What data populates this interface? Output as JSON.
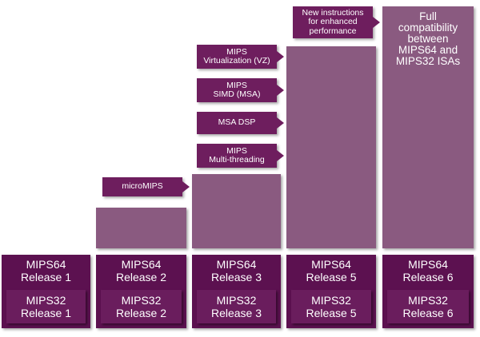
{
  "bars": [
    {
      "id": "bar-release-2",
      "text": ""
    },
    {
      "id": "bar-release-3",
      "text": ""
    },
    {
      "id": "bar-release-5",
      "text": ""
    },
    {
      "id": "bar-release-6",
      "text": "Full\ncompatibility\nbetween\nMIPS64 and\nMIPS32 ISAs"
    }
  ],
  "features": {
    "micromips": "microMIPS",
    "multithreading": "MIPS\nMulti-threading",
    "msa_dsp": "MSA DSP",
    "simd": "MIPS\nSIMD (MSA)",
    "virtualization": "MIPS\nVirtualization (VZ)",
    "new_instructions": "New instructions\nfor enhanced\nperformance"
  },
  "releases": [
    {
      "mips64": "MIPS64\nRelease 1",
      "mips32": "MIPS32\nRelease 1"
    },
    {
      "mips64": "MIPS64\nRelease 2",
      "mips32": "MIPS32\nRelease 2"
    },
    {
      "mips64": "MIPS64\nRelease 3",
      "mips32": "MIPS32\nRelease 3"
    },
    {
      "mips64": "MIPS64\nRelease 5",
      "mips32": "MIPS32\nRelease 5"
    },
    {
      "mips64": "MIPS64\nRelease 6",
      "mips32": "MIPS32\nRelease 6"
    }
  ],
  "colors": {
    "bar": "#8a5a80",
    "feature": "#6e1e5e",
    "release_outer": "#5c1150",
    "release_inner": "#6a1d5d"
  }
}
